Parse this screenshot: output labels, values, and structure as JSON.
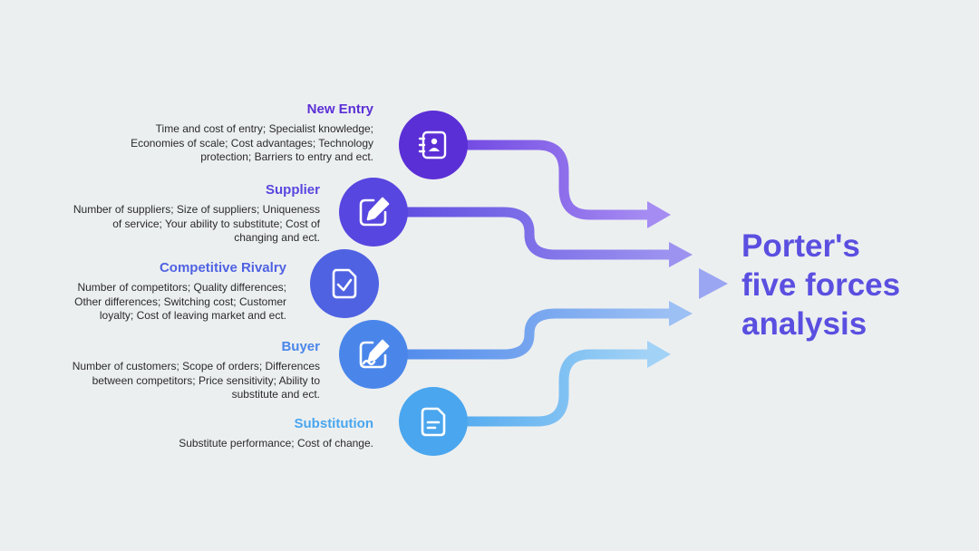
{
  "title_lines": [
    "Porter's",
    "five forces",
    "analysis"
  ],
  "colors": {
    "new_entry": "#5b2fd6",
    "supplier": "#5746df",
    "rivalry": "#4f62e2",
    "buyer": "#4a86ea",
    "substitution": "#4aa6ee",
    "title": "#5a4fe0"
  },
  "forces": [
    {
      "title": "New Entry",
      "desc_lines": [
        "Time and cost of entry; Specialist knowledge;",
        "Economies of scale; Cost advantages; Technology",
        "protection; Barriers to entry and ect."
      ],
      "icon": "contact-book-icon"
    },
    {
      "title": "Supplier",
      "desc_lines": [
        "Number of suppliers; Size of suppliers; Uniqueness",
        "of service; Your ability to substitute; Cost of",
        "changing and ect."
      ],
      "icon": "edit-pencil-icon"
    },
    {
      "title": "Competitive Rivalry",
      "desc_lines": [
        "Number of competitors; Quality differences;",
        "Other differences; Switching cost; Customer",
        "loyalty; Cost of leaving market and ect."
      ],
      "icon": "checklist-icon"
    },
    {
      "title": "Buyer",
      "desc_lines": [
        "Number of customers; Scope of orders; Differences",
        "between competitors; Price sensitivity; Ability to",
        "substitute and ect."
      ],
      "icon": "signature-icon"
    },
    {
      "title": "Substitution",
      "desc_lines": [
        "Substitute performance; Cost of change."
      ],
      "icon": "document-icon"
    }
  ]
}
